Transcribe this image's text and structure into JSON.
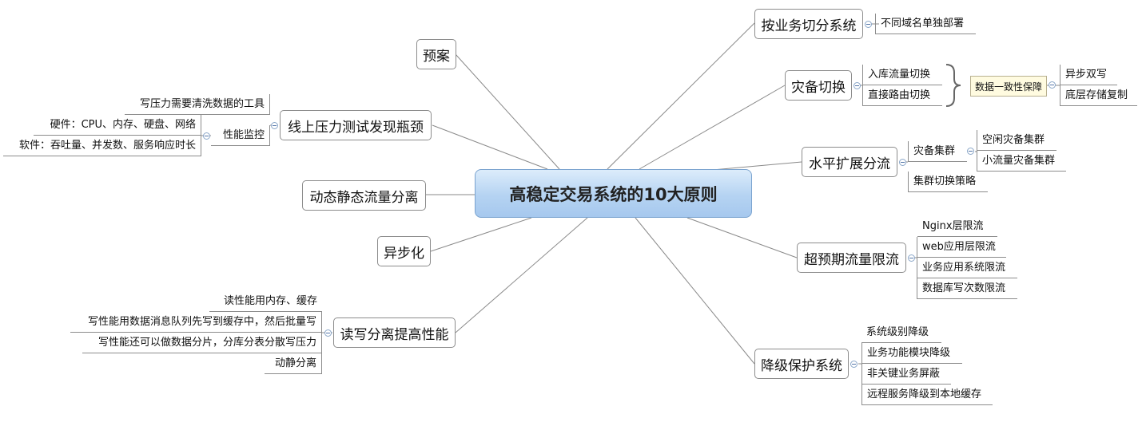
{
  "central": "高稳定交易系统的10大原则",
  "right": [
    {
      "title": "按业务切分系统",
      "children": [
        "不同域名单独部署"
      ]
    },
    {
      "title": "灾备切换",
      "children": [
        "入库流量切换",
        "直接路由切换"
      ],
      "summary": "数据一致性保障",
      "summary_children": [
        "异步双写",
        "底层存储复制"
      ]
    },
    {
      "title": "水平扩展分流",
      "children": [
        "灾备集群",
        "集群切换策略"
      ],
      "grandchildren": [
        "空闲灾备集群",
        "小流量灾备集群"
      ]
    },
    {
      "title": "超预期流量限流",
      "children": [
        "Nginx层限流",
        "web应用层限流",
        "业务应用系统限流",
        "数据库写次数限流"
      ]
    },
    {
      "title": "降级保护系统",
      "children": [
        "系统级别降级",
        "业务功能模块降级",
        "非关键业务屏蔽",
        "远程服务降级到本地缓存"
      ]
    }
  ],
  "left": [
    {
      "title": "预案"
    },
    {
      "title": "线上压力测试发现瓶颈",
      "children": [
        "写压力需要清洗数据的工具",
        "性能监控"
      ],
      "grandchildren": [
        "硬件：CPU、内存、硬盘、网络",
        "软件：吞吐量、并发数、服务响应时长"
      ]
    },
    {
      "title": "动态静态流量分离"
    },
    {
      "title": "异步化"
    },
    {
      "title": "读写分离提高性能",
      "children": [
        "读性能用内存、缓存",
        "写性能用数据消息队列先写到缓存中，然后批量写",
        "写性能还可以做数据分片，分库分表分散写压力",
        "动静分离"
      ]
    }
  ]
}
